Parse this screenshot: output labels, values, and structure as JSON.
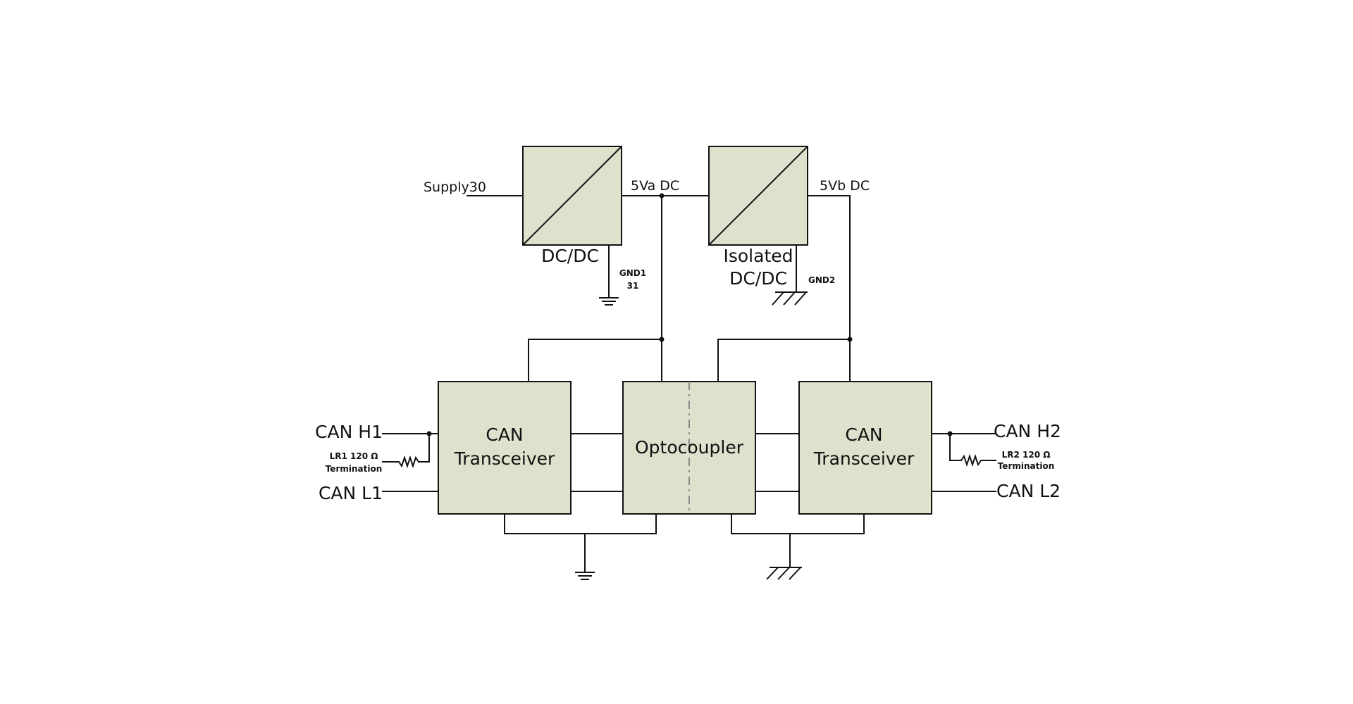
{
  "labels": {
    "supply": "Supply30",
    "dcdc": "DC/DC",
    "v5a": "5Va DC",
    "v5b": "5Vb DC",
    "isolated_line1": "Isolated",
    "isolated_line2": "DC/DC",
    "gnd1_line1": "GND1",
    "gnd1_line2": "31",
    "gnd2": "GND2",
    "can_h1": "CAN H1",
    "can_l1": "CAN L1",
    "can_h2": "CAN H2",
    "can_l2": "CAN L2",
    "lr1_line1": "LR1 120 Ω",
    "lr1_line2": "Termination",
    "lr2_line1": "LR2 120 Ω",
    "lr2_line2": "Termination",
    "transceiver_left_line1": "CAN",
    "transceiver_left_line2": "Transceiver",
    "transceiver_right_line1": "CAN",
    "transceiver_right_line2": "Transceiver",
    "optocoupler": "Optocoupler"
  }
}
